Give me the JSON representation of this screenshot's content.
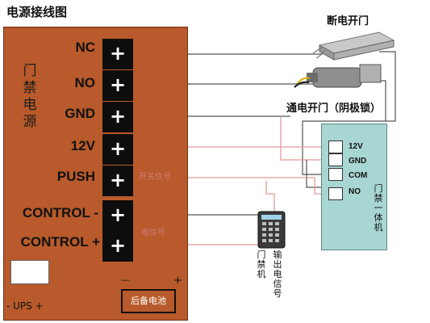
{
  "title": "电源接线图",
  "power_label": "门\n禁\n电\n源",
  "terminals": [
    {
      "label": "NC"
    },
    {
      "label": "NO"
    },
    {
      "label": "GND"
    },
    {
      "label": "12V"
    },
    {
      "label": "PUSH"
    },
    {
      "label": "CONTROL -"
    },
    {
      "label": "CONTROL +"
    }
  ],
  "plus_symbol": "+",
  "lock_fail_secure": "断电开门",
  "lock_fail_safe": "通电开门（阴极锁）",
  "switch_signal": "开关信号",
  "power_signal": "电信号",
  "keypad_unit": {
    "terminals": [
      "12V",
      "GND",
      "COM",
      "NO"
    ],
    "label": "门\n禁\n一\n体\n机"
  },
  "keypad_small": {
    "label1": "门\n禁\n机",
    "label2": "输\n出\n电\n信\n号"
  },
  "ups": {
    "label": "- UPS +"
  },
  "battery": {
    "label": "后备电池",
    "minus": "—",
    "plus": "+"
  },
  "colors": {
    "panel": "#b85a2b",
    "keypad": "#a8d6d2",
    "wire_pink": "#e59a9a",
    "wire_dark": "#333333"
  }
}
